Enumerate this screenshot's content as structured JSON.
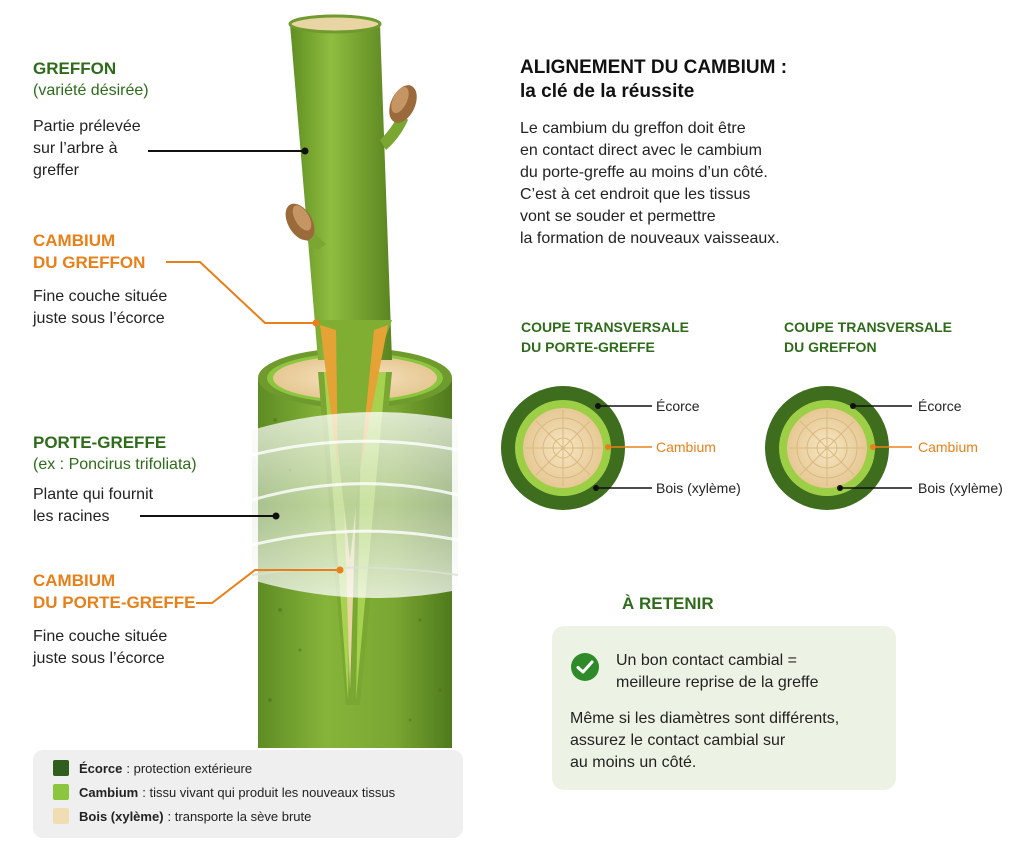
{
  "labels": {
    "greffon": {
      "title": "GREFFON",
      "sub": "(variété désirée)",
      "desc1": "Partie prélevée",
      "desc2": "sur l’arbre à",
      "desc3": "greffer"
    },
    "cambium_greffon": {
      "title1": "CAMBIUM",
      "title2": "DU GREFFON",
      "desc1": "Fine couche située",
      "desc2": "juste sous l’écorce"
    },
    "porte_greffe": {
      "title": "PORTE-GREFFE",
      "sub": "(ex : Poncirus trifoliata)",
      "desc1": "Plante qui fournit",
      "desc2": "les racines"
    },
    "cambium_porte": {
      "title1": "CAMBIUM",
      "title2": "DU PORTE-GREFFE",
      "desc1": "Fine couche située",
      "desc2": "juste sous l’écorce"
    }
  },
  "info": {
    "heading1": "ALIGNEMENT DU CAMBIUM :",
    "heading2": "la clé de la réussite",
    "lines": [
      "Le cambium du greffon doit être",
      "en contact direct avec le cambium",
      "du porte-greffe au moins d’un côté.",
      "C’est à cet endroit que les tissus",
      "vont se souder et permettre",
      "la formation de nouveaux vaisseaux."
    ]
  },
  "sections": {
    "left_title1": "COUPE TRANSVERSALE",
    "left_title2": "DU PORTE-GREFFE",
    "right_title1": "COUPE TRANSVERSALE",
    "right_title2": "DU GREFFON",
    "ecorce": "Écorce",
    "cambium": "Cambium",
    "bois": "Bois (xylème)"
  },
  "retenir": {
    "title": "À RETENIR",
    "line1": "Un bon contact cambial =",
    "line2": "meilleure reprise de la greffe",
    "line3": "Même si les diamètres sont différents,",
    "line4": "assurez le contact cambial sur",
    "line5": "au moins un côté."
  },
  "legend": [
    {
      "term": "Écorce",
      "desc": ": protection extérieure",
      "color": "#2f5e1e"
    },
    {
      "term": "Cambium",
      "desc": ": tissu vivant qui produit les nouveaux tissus",
      "color": "#8cc63f"
    },
    {
      "term": "Bois (xylème)",
      "desc": ": transporte la sève brute",
      "color": "#f1ddb2"
    }
  ],
  "colors": {
    "dark_green": "#2e6b1a",
    "orange": "#e8801a",
    "bark": "#6f9a2e",
    "cambium": "#8cc63f",
    "wood": "#f1ddb2"
  }
}
